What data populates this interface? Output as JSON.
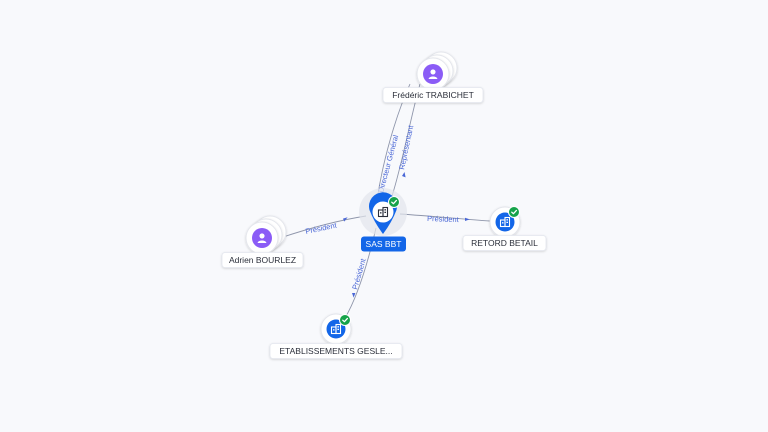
{
  "center": {
    "name": "SAS BBT",
    "icon": "building-icon",
    "verified": true,
    "color": "#1366e8"
  },
  "people": [
    {
      "id": "trabichet",
      "name": "Frédéric TRABICHET",
      "icon": "person-icon",
      "color": "#8b5cf6"
    },
    {
      "id": "bourlez",
      "name": "Adrien BOURLEZ",
      "icon": "person-icon",
      "color": "#8b5cf6"
    }
  ],
  "companies": [
    {
      "id": "retord",
      "name": "RETORD BETAIL",
      "icon": "building-icon",
      "verified": true,
      "color": "#1366e8"
    },
    {
      "id": "gesle",
      "name": "ETABLISSEMENTS GESLE...",
      "icon": "building-icon",
      "verified": true,
      "color": "#1366e8"
    }
  ],
  "edges": [
    {
      "from": "trabichet",
      "to": "center",
      "label": "Directeur Général"
    },
    {
      "from": "center",
      "to": "trabichet",
      "label": "Représentant"
    },
    {
      "from": "bourlez",
      "to": "center",
      "label": "Président"
    },
    {
      "from": "center",
      "to": "retord",
      "label": "Président"
    },
    {
      "from": "center",
      "to": "gesle",
      "label": "Président"
    }
  ],
  "colors": {
    "verified_badge": "#16a34a",
    "edge": "#8f96ab",
    "edge_label": "#4a67d6"
  }
}
